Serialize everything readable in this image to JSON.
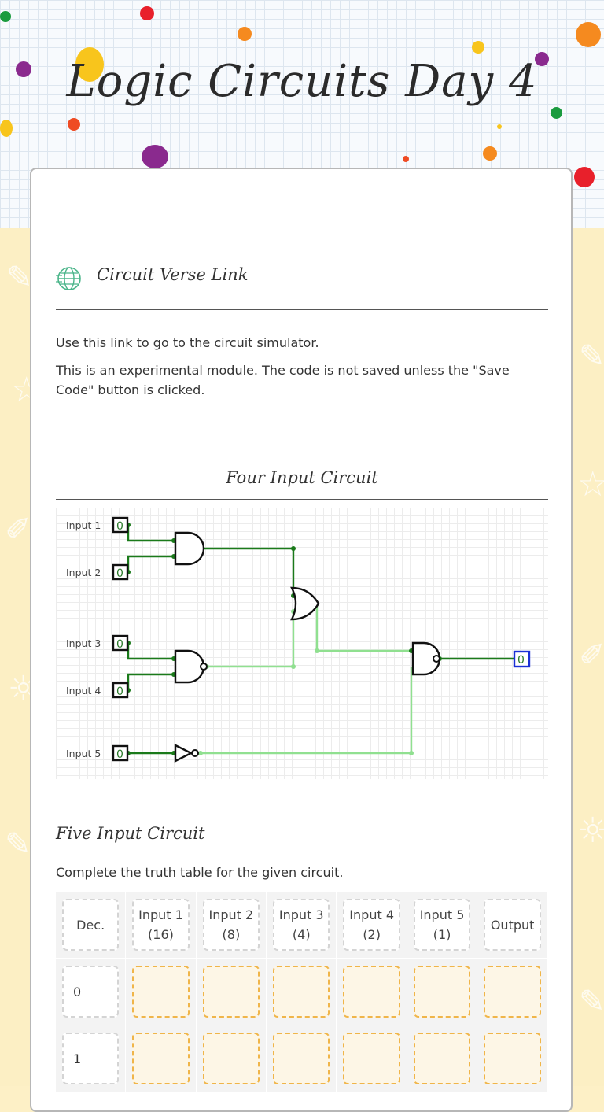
{
  "page": {
    "title": "Logic Circuits Day 4"
  },
  "link_section": {
    "icon": "circuit-globe-icon",
    "title": "Circuit Verse Link",
    "description": "Use this link to go to the circuit simulator.",
    "note": "This is an experimental module. The code is not saved unless the \"Save Code\" button is clicked."
  },
  "four_input": {
    "title": "Four Input Circuit",
    "inputs": [
      {
        "label": "Input 1",
        "value": "0"
      },
      {
        "label": "Input 2",
        "value": "0"
      },
      {
        "label": "Input 3",
        "value": "0"
      },
      {
        "label": "Input 4",
        "value": "0"
      },
      {
        "label": "Input 5",
        "value": "0"
      }
    ],
    "output_value": "0",
    "colors": {
      "wire_on": "#1a7a1a",
      "wire_off": "#90e090",
      "output_box": "#1a2fd6"
    }
  },
  "five_input": {
    "title": "Five Input Circuit",
    "instructions": "Complete the truth table for the given circuit.",
    "headers": [
      "Dec.",
      "Input 1 (16)",
      "Input 2 (8)",
      "Input 3 (4)",
      "Input 4 (2)",
      "Input 5 (1)",
      "Output"
    ],
    "rows": [
      {
        "dec": "0"
      },
      {
        "dec": "1"
      }
    ]
  }
}
